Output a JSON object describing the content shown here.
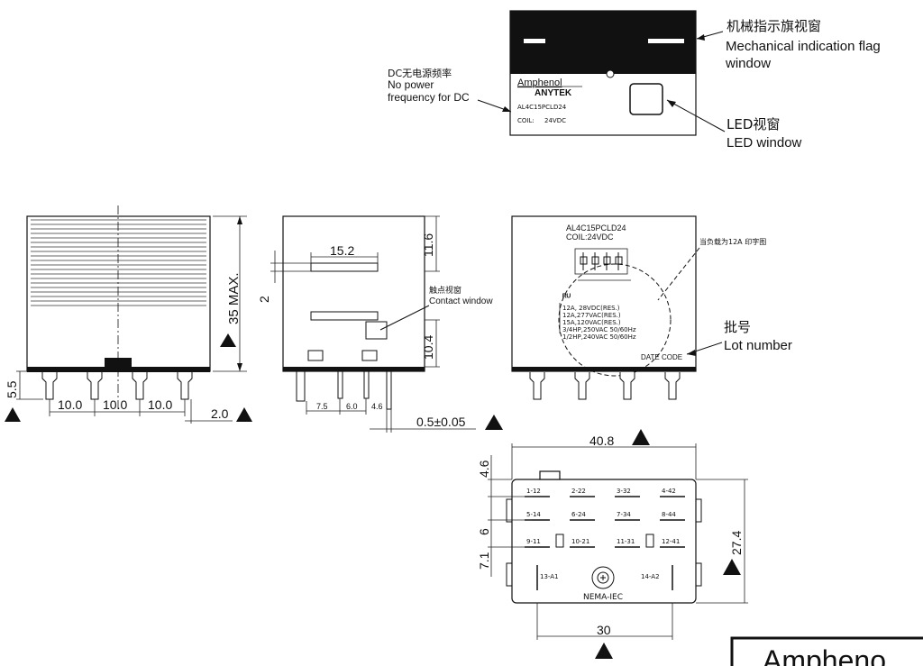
{
  "top_view": {
    "brand": "Amphenol",
    "sub_brand": "ANYTEK",
    "model": "AL4C15PCLD24",
    "coil_label": "COIL:",
    "coil_value": "24VDC",
    "flag_cn": "机械指示旗视窗",
    "flag_en_1": "Mechanical indication flag",
    "flag_en_2": "window",
    "led_cn": "LED视窗",
    "led_en": "LED window",
    "nopower_cn": "DC无电源频率",
    "nopower_en_1": "No power",
    "nopower_en_2": "frequency for DC"
  },
  "front_view": {
    "height_dim": "35 MAX.",
    "pin_len": "5.5",
    "spacing": [
      "10.0",
      "10.0",
      "10.0"
    ],
    "edge": "2.0"
  },
  "side_view": {
    "dim_top": "15.2",
    "dim_11": "11.6",
    "dim_2": "2",
    "dim_104": "10.4",
    "contact_cn": "触点视窗",
    "contact_en": "Contact window",
    "dim_75": "7.5",
    "dim_60": "6.0",
    "dim_46": "4.6",
    "dim_tol": "0.5±0.05"
  },
  "label_view": {
    "model": "AL4C15PCLD24",
    "coil": "COIL:24VDC",
    "rating_cn": "当负载为12A 印字图",
    "ratings": [
      "12A, 28VDC(RES.)",
      "12A,277VAC(RES.)",
      "15A,120VAC(RES.)",
      "3/4HP,250VAC 50/60Hz",
      "1/2HP,240VAC 50/60Hz"
    ],
    "date_code": "DATE CODE",
    "lot_cn": "批号",
    "lot_en": "Lot number"
  },
  "bottom_view": {
    "width": "40.8",
    "height": "27.4",
    "pitch": "30",
    "dim_46": "4.6",
    "dim_6": "6",
    "dim_71": "7.1",
    "pins": [
      "1-12",
      "2-22",
      "3-32",
      "4-42",
      "5-14",
      "6-24",
      "7-34",
      "8-44",
      "9-11",
      "10-21",
      "11-31",
      "12-41",
      "13-A1",
      "14-A2"
    ],
    "nema": "NEMA-IEC"
  },
  "footer_logo": "Ampheno"
}
